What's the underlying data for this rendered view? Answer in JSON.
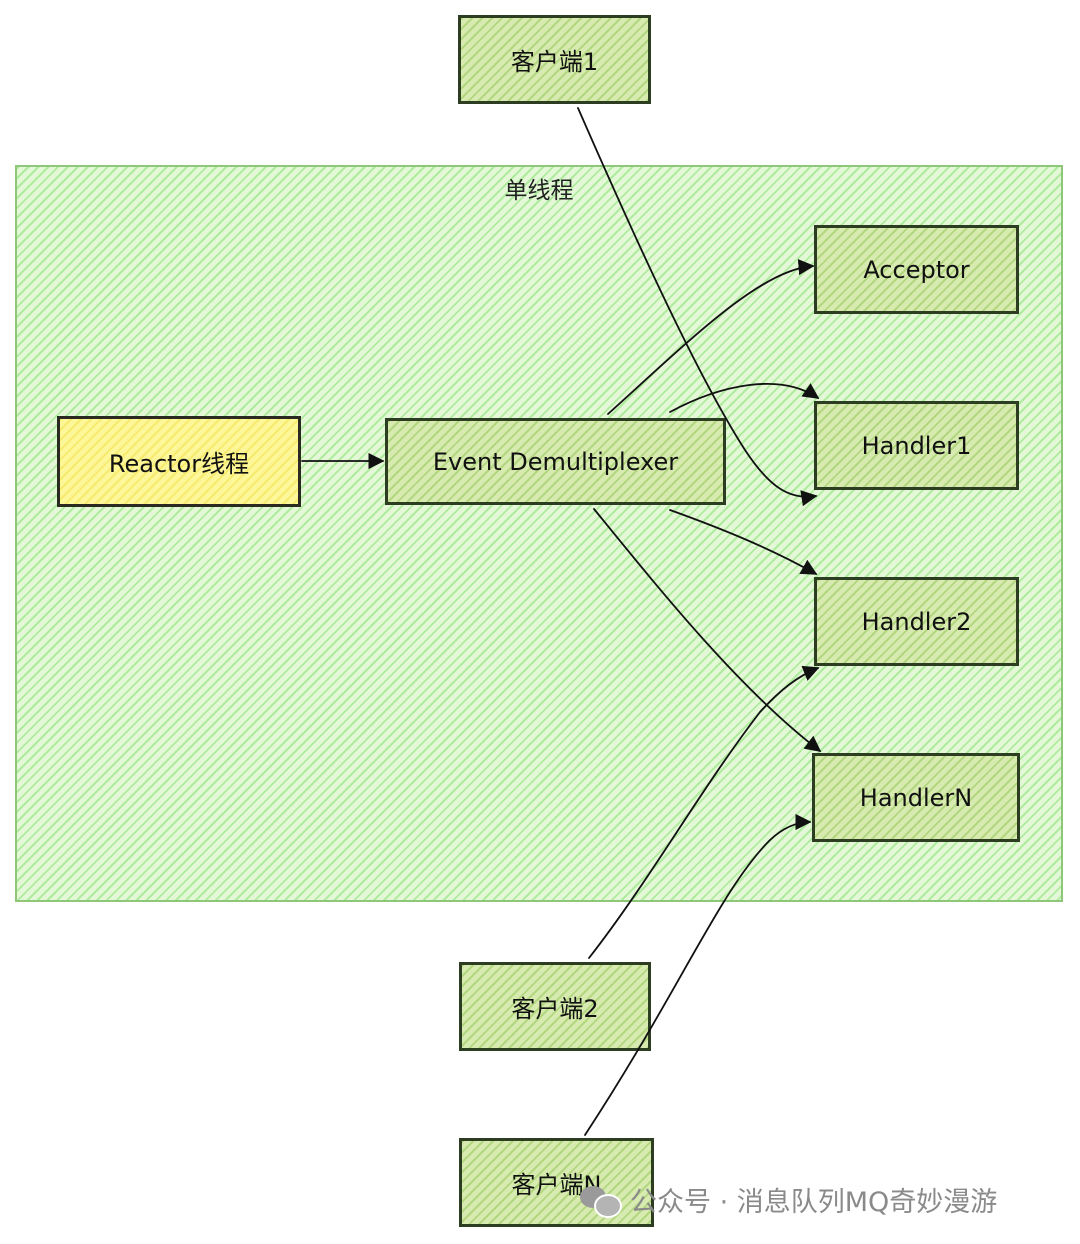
{
  "group": {
    "label": "单线程"
  },
  "nodes": {
    "client1": "客户端1",
    "client2": "客户端2",
    "clientN": "客户端N",
    "reactor": "Reactor线程",
    "demux": "Event Demultiplexer",
    "acceptor": "Acceptor",
    "handler1": "Handler1",
    "handler2": "Handler2",
    "handlerN": "HandlerN"
  },
  "watermark": {
    "text": "公众号 · 消息队列MQ奇妙漫游"
  },
  "colors": {
    "group_fill": "#e4f8d8",
    "node_fill": "#d7eab0",
    "reactor_fill": "#fdf79a",
    "stroke": "#111111"
  }
}
